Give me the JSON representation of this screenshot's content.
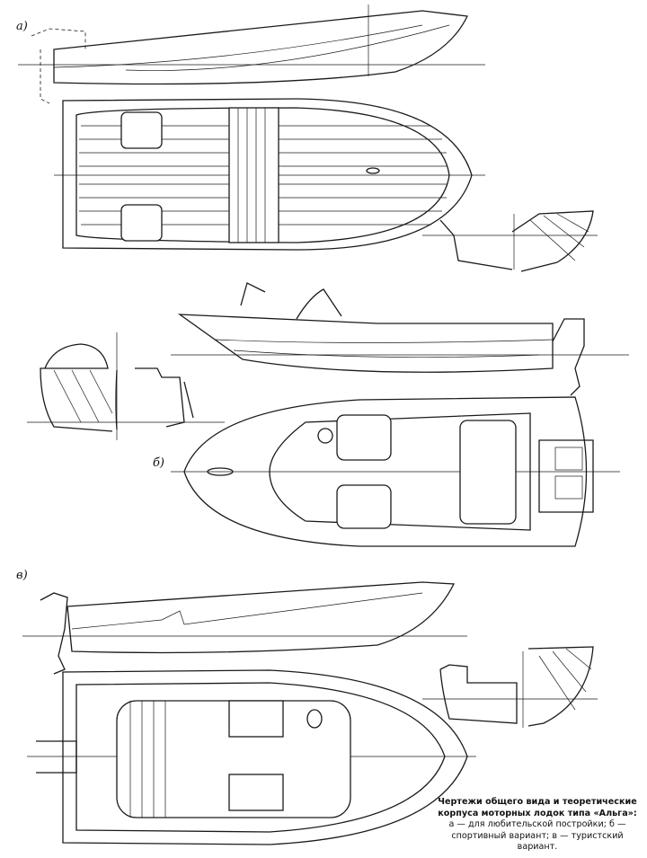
{
  "labels": {
    "a": "а)",
    "b": "б)",
    "c": "в)"
  },
  "caption": {
    "title_line1": "Чертежи общего вида и теоретические",
    "title_line2": "корпуса моторных лодок типа «Альга»:",
    "line3": "а — для любительской постройки; б —",
    "line4": "спортивный вариант; в — туристский",
    "line5": "вариант."
  }
}
